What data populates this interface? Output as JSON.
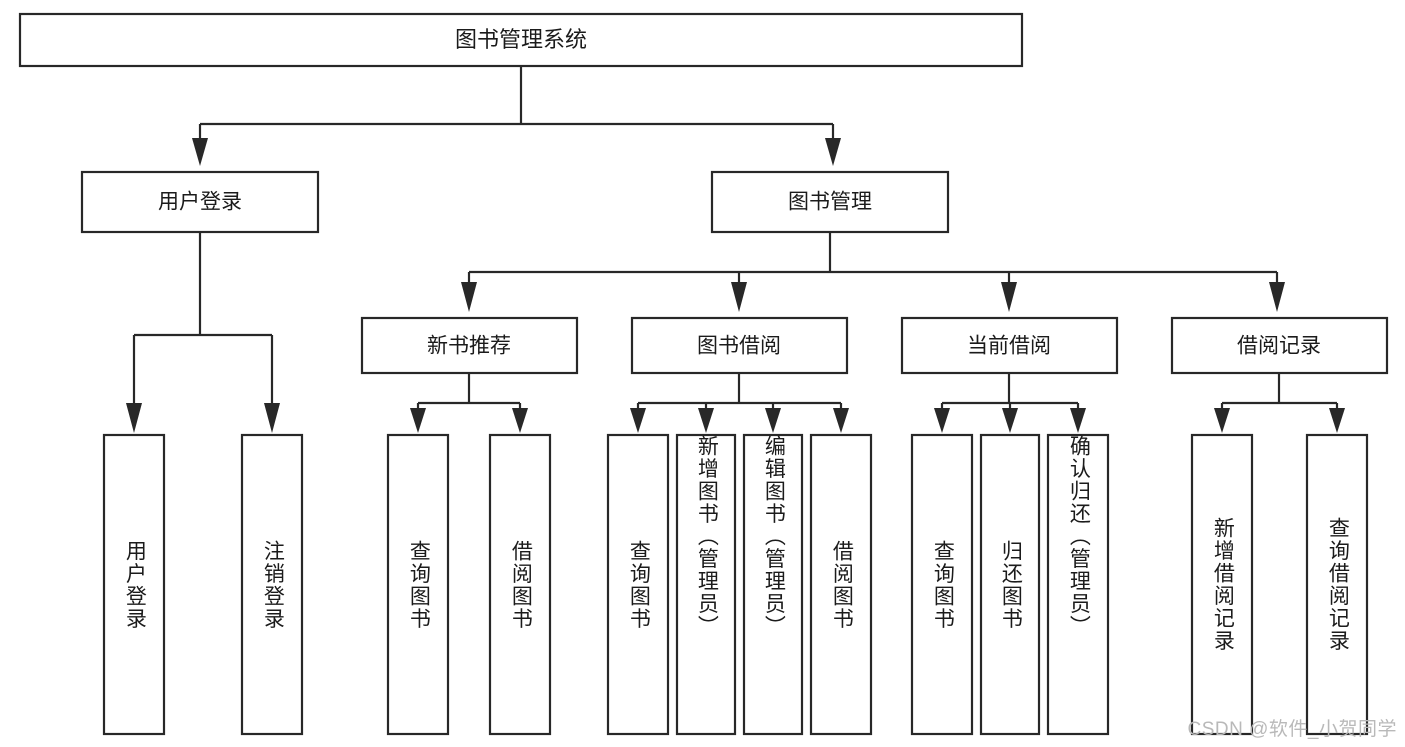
{
  "diagram": {
    "type": "tree-hierarchy",
    "title": "图书管理系统",
    "orientation": "top-down",
    "colors": {
      "box_stroke": "#282828",
      "box_fill": "#ffffff",
      "text": "#1b1b1b",
      "connector": "#282828",
      "watermark": "#b9b9b9",
      "background": "#ffffff"
    },
    "root": {
      "label": "图书管理系统"
    },
    "level2": [
      {
        "id": "user-login",
        "label": "用户登录"
      },
      {
        "id": "book-management",
        "label": "图书管理"
      }
    ],
    "level3": [
      {
        "id": "new-book-recommend",
        "label": "新书推荐",
        "parent": "book-management"
      },
      {
        "id": "book-borrow",
        "label": "图书借阅",
        "parent": "book-management"
      },
      {
        "id": "current-borrow",
        "label": "当前借阅",
        "parent": "book-management"
      },
      {
        "id": "borrow-record",
        "label": "借阅记录",
        "parent": "book-management"
      }
    ],
    "leaves": {
      "user-login": [
        {
          "id": "leaf-user-login",
          "label": "用户登录"
        },
        {
          "id": "leaf-user-logout",
          "label": "注销登录"
        }
      ],
      "new-book-recommend": [
        {
          "id": "leaf-query-book-1",
          "label": "查询图书"
        },
        {
          "id": "leaf-borrow-book-1",
          "label": "借阅图书"
        }
      ],
      "book-borrow": [
        {
          "id": "leaf-query-book-2",
          "label": "查询图书"
        },
        {
          "id": "leaf-add-book",
          "label": "新增图书（管理员）"
        },
        {
          "id": "leaf-edit-book",
          "label": "编辑图书（管理员）"
        },
        {
          "id": "leaf-borrow-book-2",
          "label": "借阅图书"
        }
      ],
      "current-borrow": [
        {
          "id": "leaf-query-book-3",
          "label": "查询图书"
        },
        {
          "id": "leaf-return-book",
          "label": "归还图书"
        },
        {
          "id": "leaf-confirm-return",
          "label": "确认归还（管理员）"
        }
      ],
      "borrow-record": [
        {
          "id": "leaf-add-record",
          "label": "新增借阅记录"
        },
        {
          "id": "leaf-query-record",
          "label": "查询借阅记录"
        }
      ]
    }
  },
  "watermark": {
    "text": "CSDN @软件_小贺同学"
  }
}
